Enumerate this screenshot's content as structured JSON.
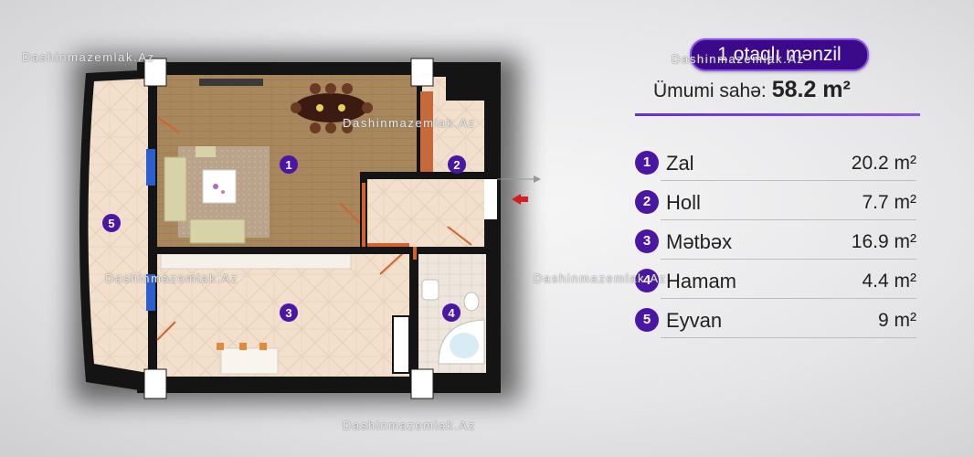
{
  "apartment": {
    "title": "1 otaqlı mənzil",
    "total_label": "Ümumi sahə:",
    "total_value": "58.2 m²"
  },
  "rooms": [
    {
      "num": "1",
      "name": "Zal",
      "area": "20.2 m²"
    },
    {
      "num": "2",
      "name": "Holl",
      "area": "7.7 m²"
    },
    {
      "num": "3",
      "name": "Mətbəx",
      "area": "16.9 m²"
    },
    {
      "num": "4",
      "name": "Hamam",
      "area": "4.4 m²"
    },
    {
      "num": "5",
      "name": "Eyvan",
      "area": "9 m²"
    }
  ],
  "watermark": "Dashinmazemlak.Az",
  "colors": {
    "accent": "#4a17a4",
    "pill_border": "#8a52ea",
    "wall": "#141414",
    "floor_wood": "#a7865c",
    "floor_tile": "#f1dfcc"
  }
}
